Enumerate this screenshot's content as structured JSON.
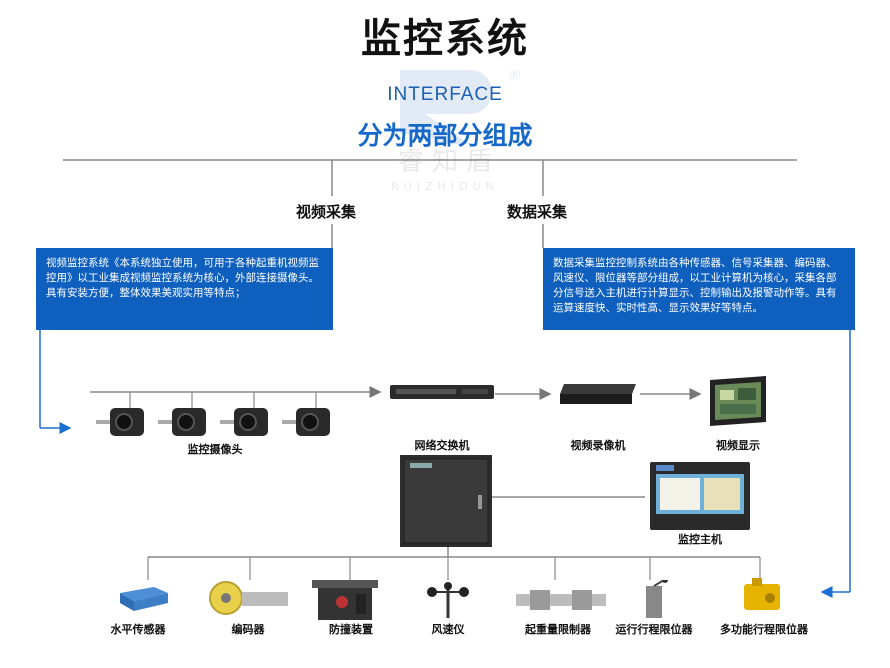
{
  "header": {
    "title": "监控系统",
    "interface": "INTERFACE",
    "subtitle": "分为两部分组成",
    "watermark_mark": "®",
    "watermark_brand_cn": "睿 知 盾",
    "watermark_brand_en": "RUIZHIDUN"
  },
  "branches": {
    "video": {
      "label": "视频采集",
      "description": "视频监控系统《本系统独立使用，可用于各种起重机视频监控用》以工业集成视频监控系统为核心，外部连接摄像头。具有安装方便，整体效果美观实用等特点；"
    },
    "data": {
      "label": "数据采集",
      "description": "数据采集监控控制系统由各种传感器、信号采集器、编码器、风速仪、限位器等部分组成，以工业计算机为核心，采集各部分信号送入主机进行计算显示、控制输出及报警动作等。具有运算速度快、实时性高、显示效果好等特点。"
    }
  },
  "video_chain": {
    "camera_label": "监控摄像头",
    "switch_label": "网络交换机",
    "recorder_label": "视频录像机",
    "display_label": "视频显示"
  },
  "control": {
    "host_label": "监控主机"
  },
  "sensors": [
    {
      "label": "水平传感器"
    },
    {
      "label": "编码器"
    },
    {
      "label": "防撞装置"
    },
    {
      "label": "风速仪"
    },
    {
      "label": "起重量限制器"
    },
    {
      "label": "运行行程限位器"
    },
    {
      "label": "多功能行程限位器"
    }
  ],
  "colors": {
    "accent_blue": "#0f5fbf",
    "line_gray": "#888888",
    "arrow_blue": "#1d6fd0"
  }
}
